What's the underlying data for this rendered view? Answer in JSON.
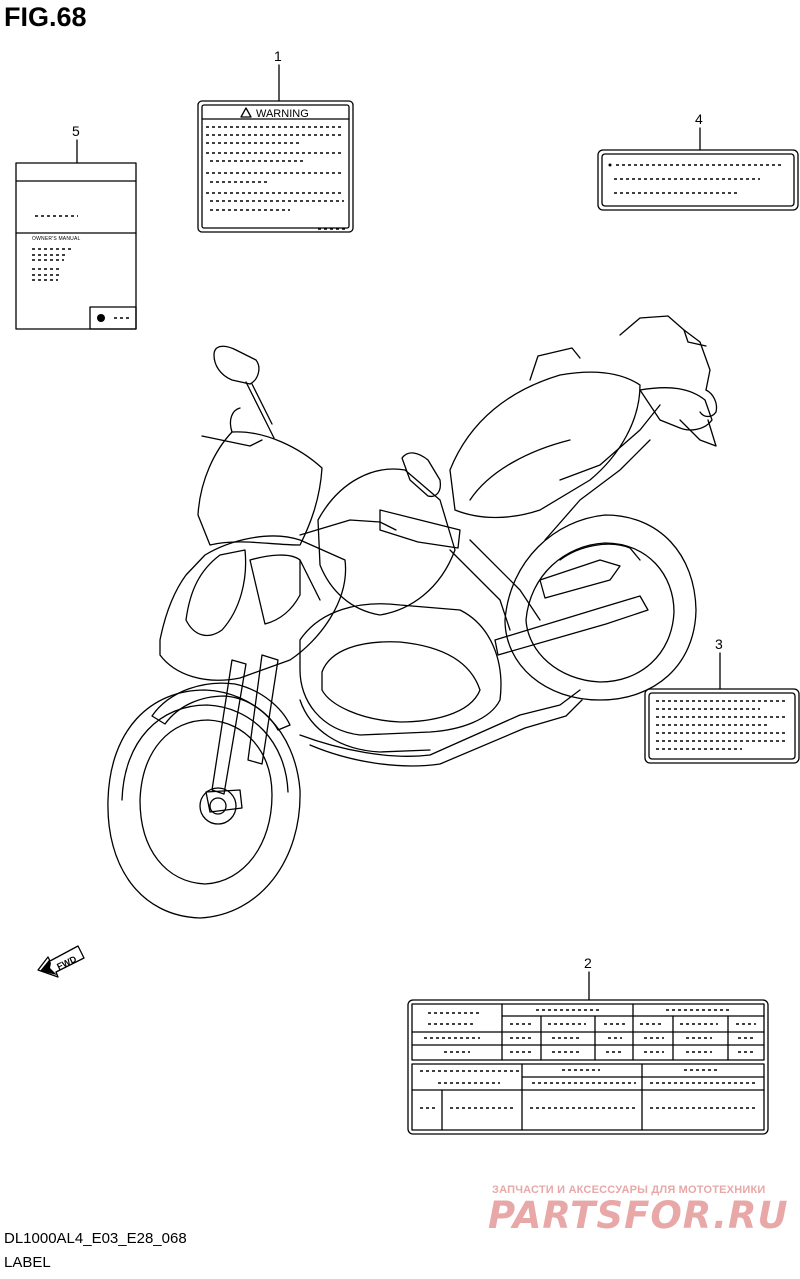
{
  "figure": {
    "title": "FIG.68"
  },
  "callouts": [
    "1",
    "2",
    "3",
    "4",
    "5"
  ],
  "warning_label": {
    "heading": "WARNING"
  },
  "manual_label": {
    "text": "OWNER'S MANUAL"
  },
  "direction_marker": {
    "text": "FWD"
  },
  "footer": {
    "code": "DL1000AL4_E03_E28_068",
    "section": "LABEL"
  },
  "watermark": {
    "tagline": "ЗАПЧАСТИ И АКСЕССУАРЫ ДЛЯ МОТОТЕХНИКИ",
    "brand": "PARTSFOR.RU"
  }
}
